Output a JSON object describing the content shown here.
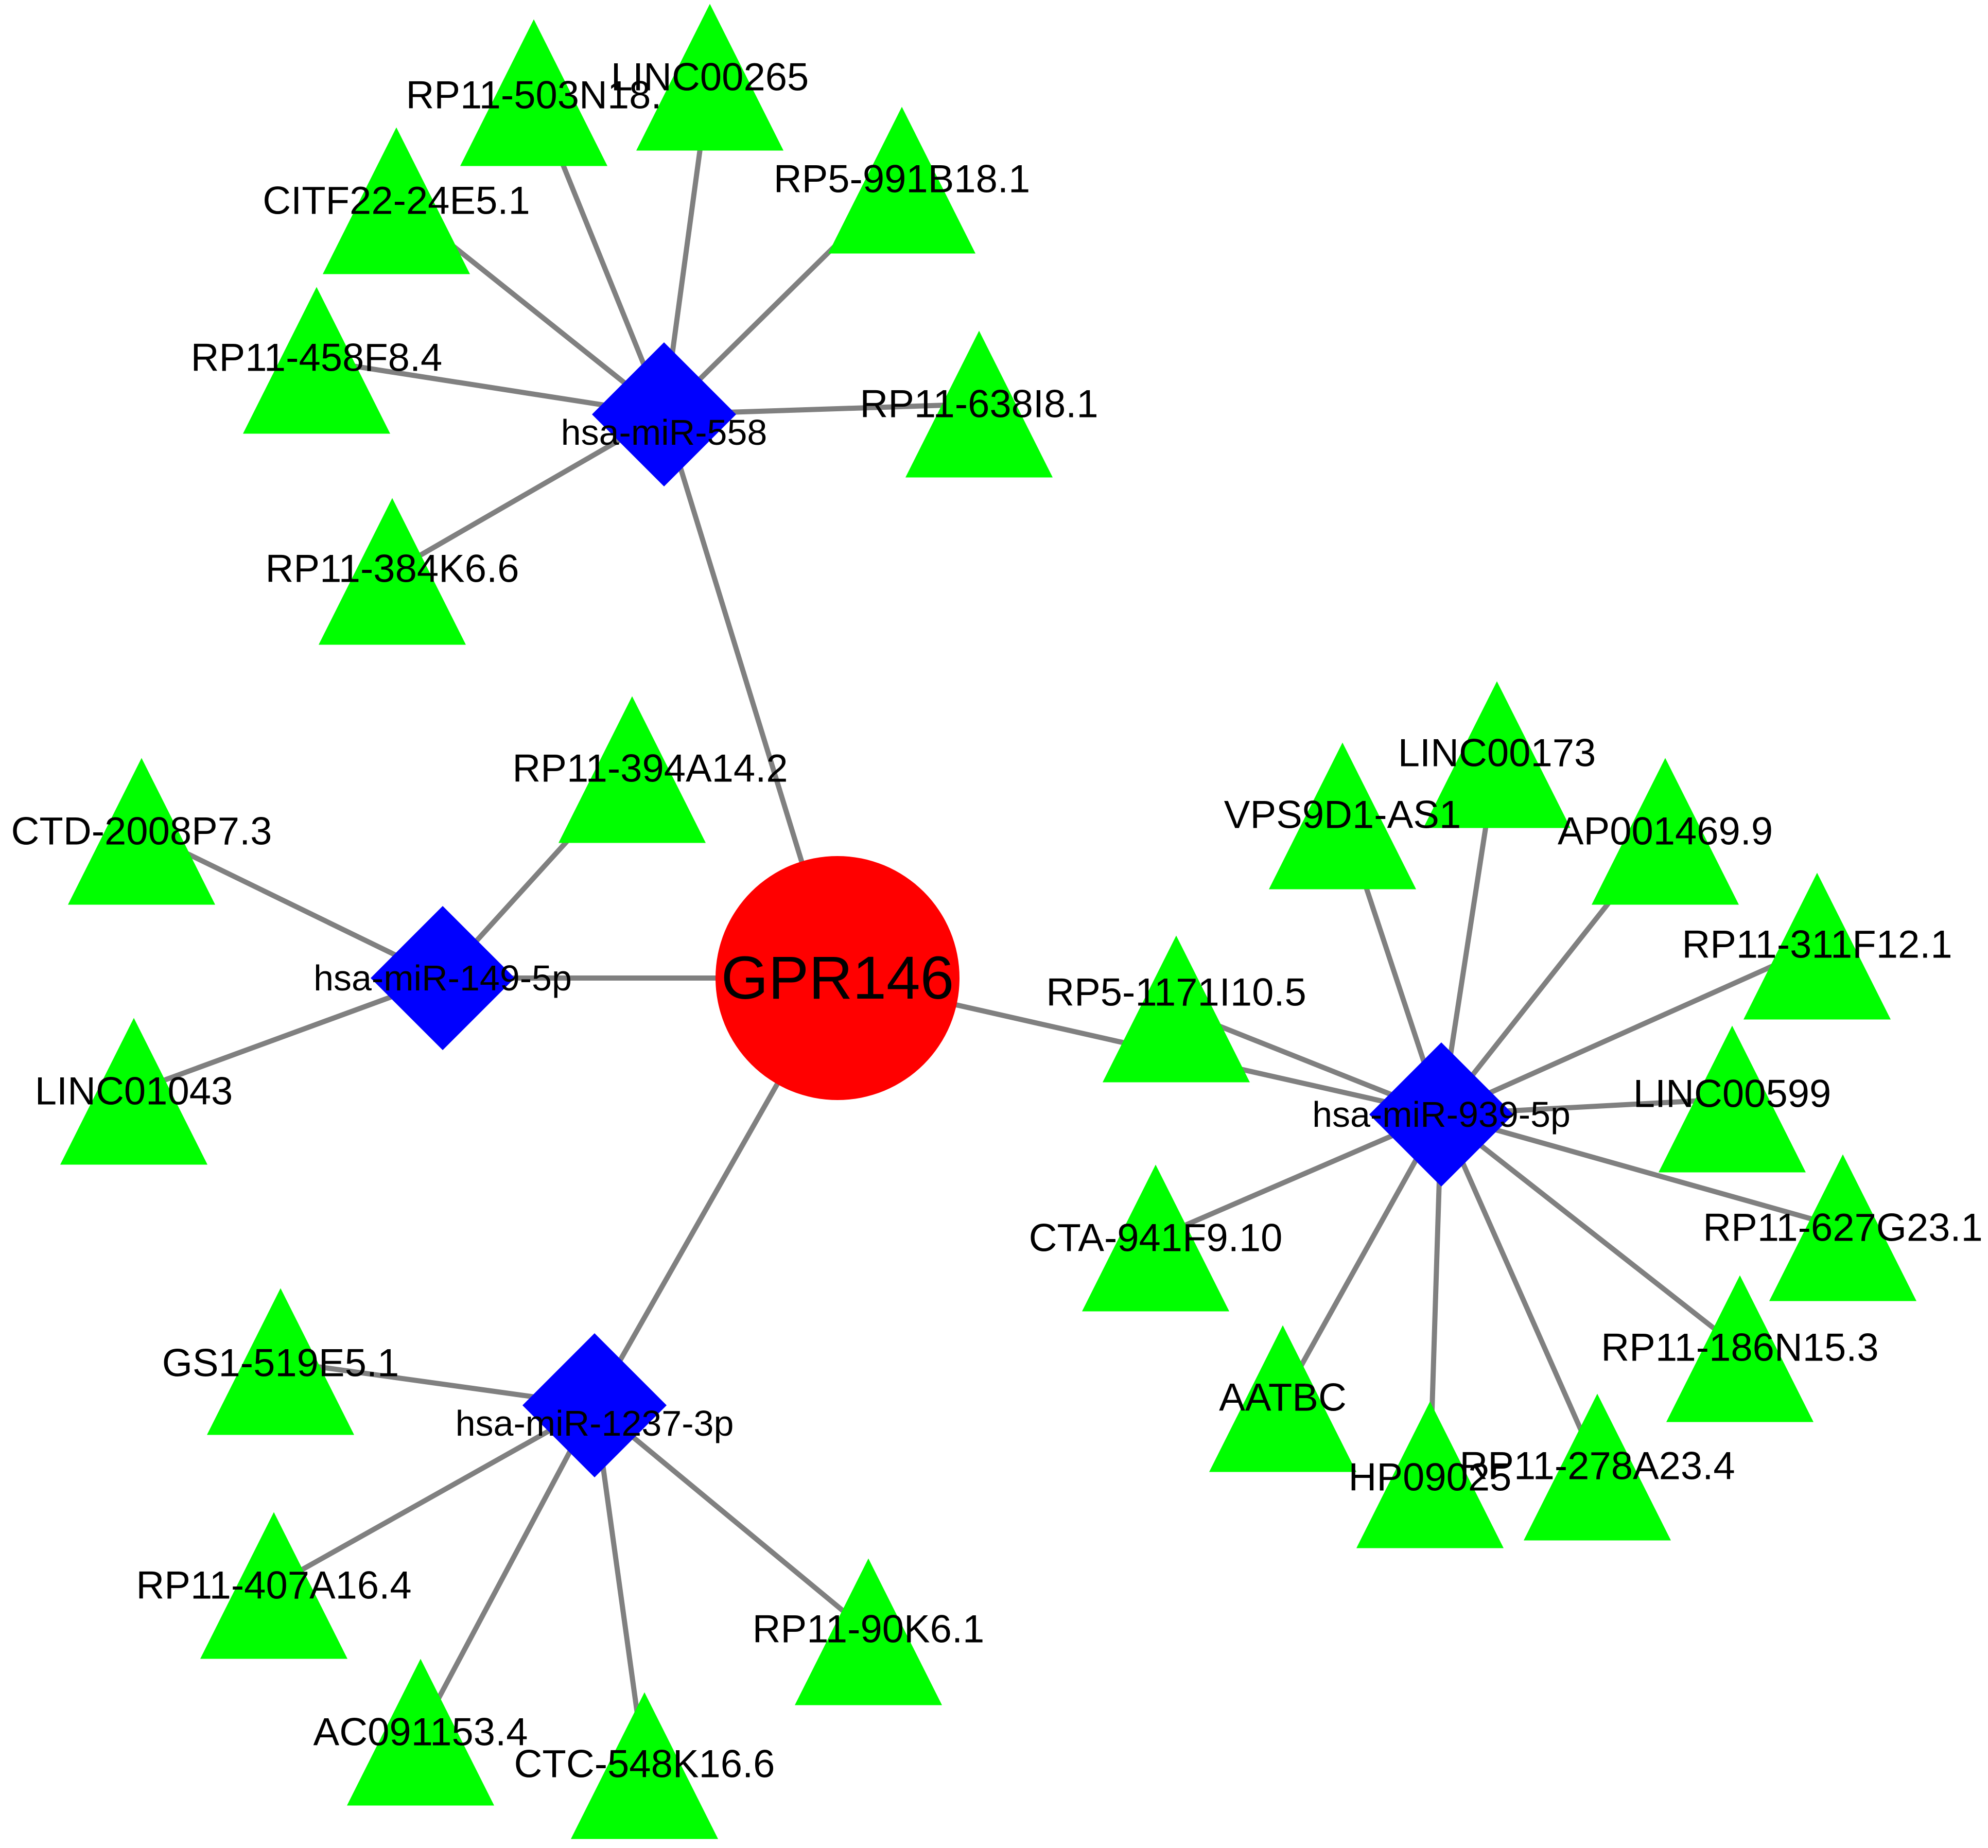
{
  "colors": {
    "gene": "#ff0000",
    "mirna": "#0000ff",
    "lncrna": "#00ff00",
    "edge": "#808080"
  },
  "gene": {
    "label": "GPR146",
    "shape": "circle"
  },
  "mirnas": [
    {
      "id": "m558",
      "label": "hsa-miR-558",
      "shape": "diamond"
    },
    {
      "id": "m149",
      "label": "hsa-miR-149-5p",
      "shape": "diamond"
    },
    {
      "id": "m939",
      "label": "hsa-miR-939-5p",
      "shape": "diamond"
    },
    {
      "id": "m1237",
      "label": "hsa-miR-1237-3p",
      "shape": "diamond"
    }
  ],
  "lncrnas": [
    {
      "id": "l1",
      "label": "RP11-503N18.",
      "mirna": "m558"
    },
    {
      "id": "l2",
      "label": "LINC00265",
      "mirna": "m558"
    },
    {
      "id": "l3",
      "label": "CITF22-24E5.1",
      "mirna": "m558"
    },
    {
      "id": "l4",
      "label": "RP5-991B18.1",
      "mirna": "m558"
    },
    {
      "id": "l5",
      "label": "RP11-458F8.4",
      "mirna": "m558"
    },
    {
      "id": "l6",
      "label": "RP11-638I8.1",
      "mirna": "m558"
    },
    {
      "id": "l7",
      "label": "RP11-384K6.6",
      "mirna": "m558"
    },
    {
      "id": "l8",
      "label": "RP11-394A14.2",
      "mirna": "m149"
    },
    {
      "id": "l9",
      "label": "CTD-2008P7.3",
      "mirna": "m149"
    },
    {
      "id": "l10",
      "label": "LINC01043",
      "mirna": "m149"
    },
    {
      "id": "l11",
      "label": "LINC00173",
      "mirna": "m939"
    },
    {
      "id": "l12",
      "label": "VPS9D1-AS1",
      "mirna": "m939"
    },
    {
      "id": "l13",
      "label": "AP001469.9",
      "mirna": "m939"
    },
    {
      "id": "l14",
      "label": "RP11-311F12.1",
      "mirna": "m939"
    },
    {
      "id": "l15",
      "label": "RP5-1171I10.5",
      "mirna": "m939"
    },
    {
      "id": "l16",
      "label": "LINC00599",
      "mirna": "m939"
    },
    {
      "id": "l17",
      "label": "CTA-941F9.10",
      "mirna": "m939"
    },
    {
      "id": "l18",
      "label": "RP11-627G23.1",
      "mirna": "m939"
    },
    {
      "id": "l19",
      "label": "RP11-186N15.3",
      "mirna": "m939"
    },
    {
      "id": "l20",
      "label": "AATBC",
      "mirna": "m939"
    },
    {
      "id": "l21",
      "label": "HP09025",
      "mirna": "m939"
    },
    {
      "id": "l22",
      "label": "RP11-278A23.4",
      "mirna": "m939"
    },
    {
      "id": "l23",
      "label": "GS1-519E5.1",
      "mirna": "m1237"
    },
    {
      "id": "l24",
      "label": "RP11-407A16.4",
      "mirna": "m1237"
    },
    {
      "id": "l25",
      "label": "RP11-90K6.1",
      "mirna": "m1237"
    },
    {
      "id": "l26",
      "label": "AC091153.4",
      "mirna": "m1237"
    },
    {
      "id": "l27",
      "label": "CTC-548K16.6",
      "mirna": "m1237"
    }
  ]
}
